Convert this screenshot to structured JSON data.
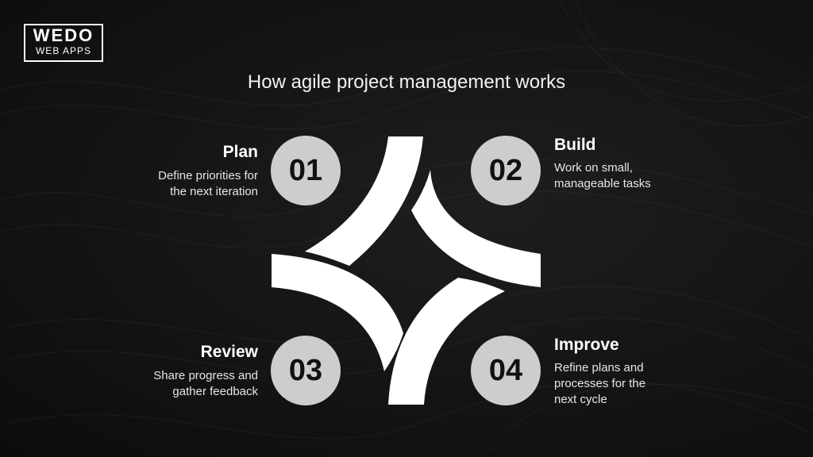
{
  "logo": {
    "line1": "WEDO",
    "line2": "WEB APPS"
  },
  "title": "How agile project management works",
  "steps": [
    {
      "number": "01",
      "title": "Plan",
      "description_lines": [
        "Define priorities for",
        "the next iteration"
      ]
    },
    {
      "number": "02",
      "title": "Build",
      "description_lines": [
        "Work on small,",
        "manageable tasks"
      ]
    },
    {
      "number": "03",
      "title": "Review",
      "description_lines": [
        "Share progress and",
        "gather feedback"
      ]
    },
    {
      "number": "04",
      "title": "Improve",
      "description_lines": [
        "Refine plans and",
        "processes for the",
        "next cycle"
      ]
    }
  ],
  "colors": {
    "background": "#141414",
    "badge": "#cdcdcd",
    "petal": "#ffffff",
    "text": "#ffffff"
  }
}
